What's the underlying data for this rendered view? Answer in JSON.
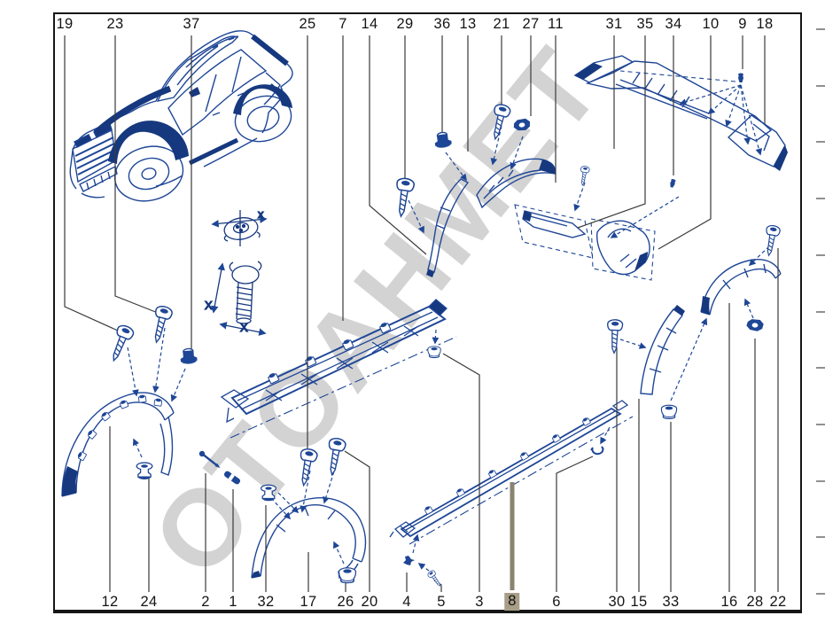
{
  "watermark": {
    "text": "OTOAHMET"
  },
  "callouts": {
    "top": [
      {
        "label": "19"
      },
      {
        "label": "23"
      },
      {
        "label": "37"
      },
      {
        "label": "25"
      },
      {
        "label": "7"
      },
      {
        "label": "14"
      },
      {
        "label": "29"
      },
      {
        "label": "36"
      },
      {
        "label": "13"
      },
      {
        "label": "21"
      },
      {
        "label": "27"
      },
      {
        "label": "11"
      },
      {
        "label": "31"
      },
      {
        "label": "35"
      },
      {
        "label": "34"
      },
      {
        "label": "10"
      },
      {
        "label": "9"
      },
      {
        "label": "18"
      }
    ],
    "bottom": [
      {
        "label": "12"
      },
      {
        "label": "24"
      },
      {
        "label": "2"
      },
      {
        "label": "1"
      },
      {
        "label": "32"
      },
      {
        "label": "17"
      },
      {
        "label": "26"
      },
      {
        "label": "20"
      },
      {
        "label": "4"
      },
      {
        "label": "5"
      },
      {
        "label": "3"
      },
      {
        "label": "8",
        "highlighted": true
      },
      {
        "label": "6"
      },
      {
        "label": "30"
      },
      {
        "label": "15"
      },
      {
        "label": "33"
      },
      {
        "label": "16"
      },
      {
        "label": "28"
      },
      {
        "label": "22"
      }
    ]
  },
  "detail_labels": {
    "grommet_x": "x",
    "bolt_x_left": "X",
    "bolt_x_bottom": "X"
  },
  "colors": {
    "line_art": "#1e4696",
    "dark_fill": "#16387f",
    "leader_line": "#3a3a3a",
    "frame": "#161616",
    "highlight_bg": "#a89e87",
    "highlight_leader": "#8b8372",
    "watermark": "#c9c9c9",
    "tick": "#909090"
  }
}
